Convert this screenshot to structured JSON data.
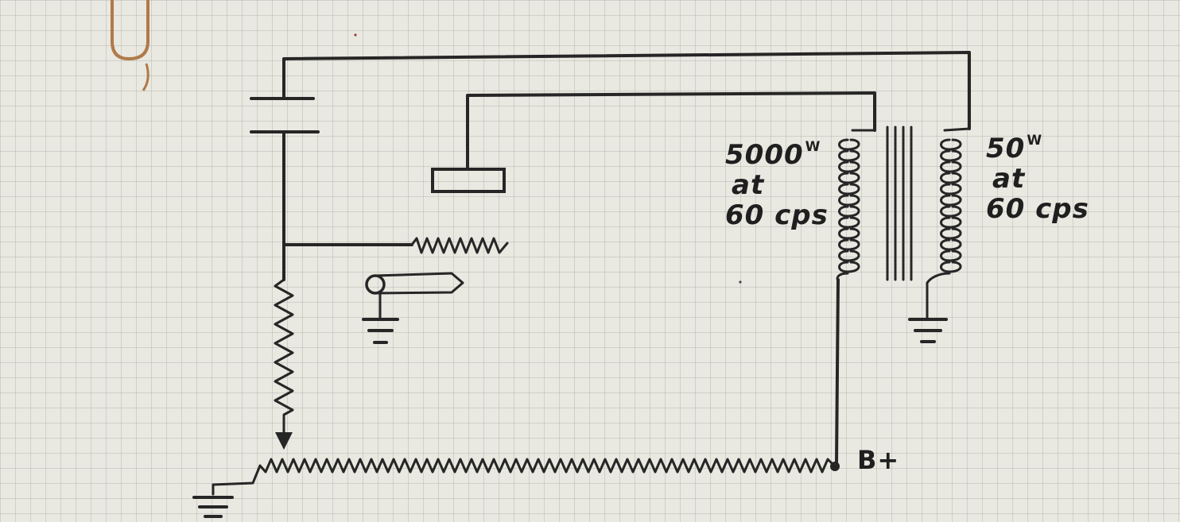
{
  "labels": {
    "primary": {
      "power": "5000",
      "unit": "W",
      "at": "at",
      "freq": "60 cps"
    },
    "secondary": {
      "power": "50",
      "unit": "W",
      "at": "at",
      "freq": "60 cps"
    },
    "supply": "B+"
  },
  "colors": {
    "paper": "#e9e8e1",
    "grid": "#9aa39a",
    "ink": "#262626",
    "clip": "#b07a4a"
  }
}
